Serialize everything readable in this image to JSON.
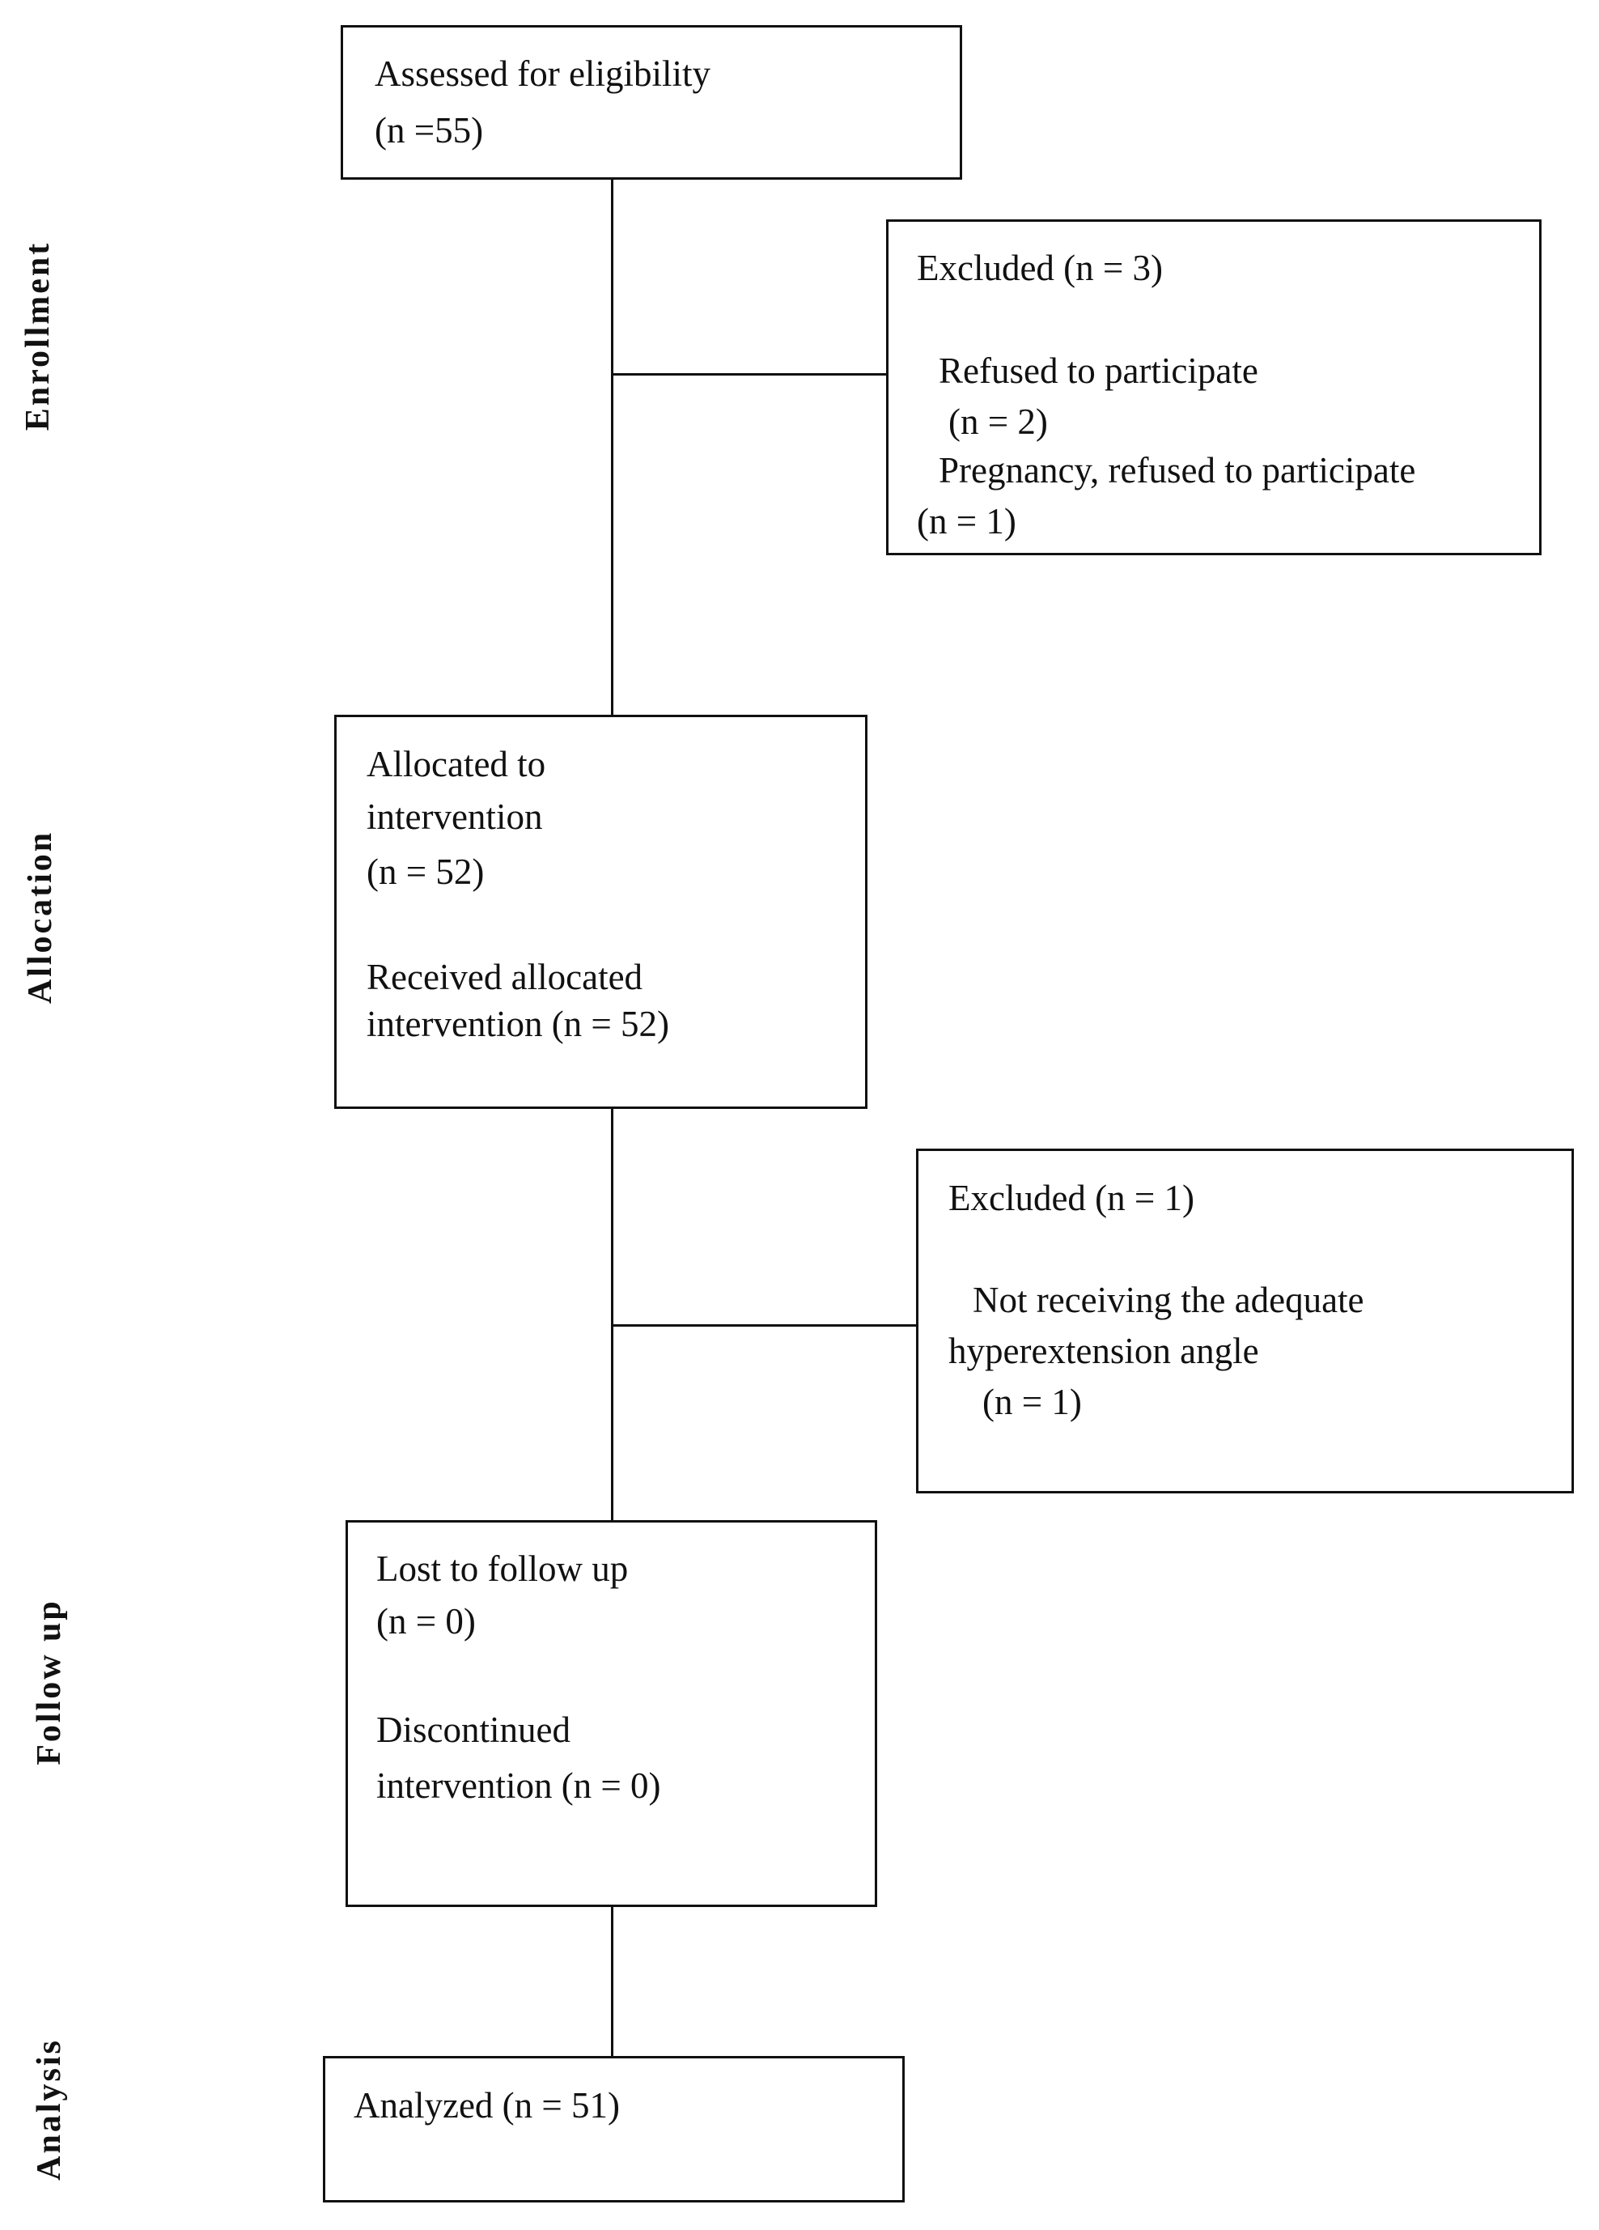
{
  "stages": {
    "enrollment": "Enrollment",
    "allocation": "Allocation",
    "follow_up": "Follow up",
    "analysis": "Analysis"
  },
  "boxes": {
    "assessed": [
      "Assessed for eligibility",
      " (n =55)"
    ],
    "excluded_enrollment": [
      "Excluded (n = 3)",
      "Refused to participate",
      "(n = 2)",
      "Pregnancy, refused to participate",
      "(n = 1)"
    ],
    "allocated": [
      "Allocated to",
      "intervention",
      "(n = 52)",
      "Received allocated",
      "intervention (n = 52)"
    ],
    "excluded_followup": [
      "Excluded (n = 1)",
      "Not receiving the adequate",
      "hyperextension angle",
      "(n = 1)"
    ],
    "follow_up": [
      "Lost to follow up",
      "(n = 0)",
      "Discontinued",
      "intervention (n = 0)"
    ],
    "analyzed": [
      "Analyzed (n = 51)"
    ]
  }
}
